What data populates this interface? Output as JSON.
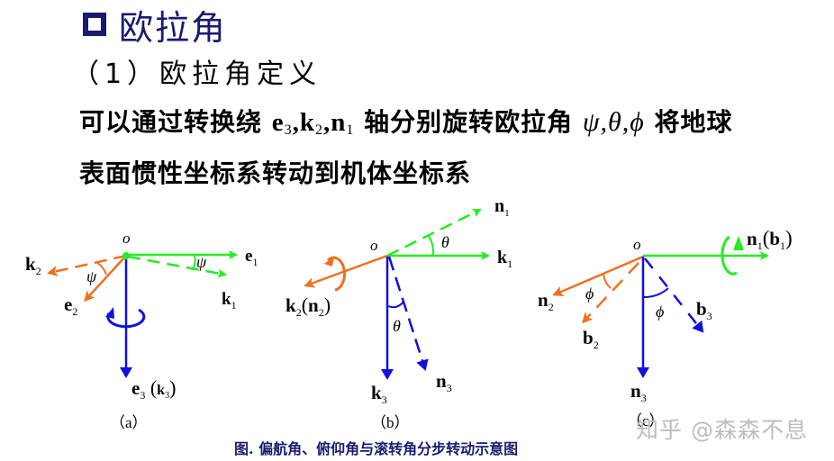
{
  "header": {
    "title": "欧拉角",
    "subtitle": "（1）欧拉角定义"
  },
  "paragraph": {
    "line1_prefix": "可以通过转换绕 ",
    "axes": [
      "e",
      "k",
      "n"
    ],
    "axes_subs": [
      "3",
      "2",
      "1"
    ],
    "line1_mid": " 轴分别旋转欧拉角 ",
    "angles": "ψ,θ,ϕ",
    "line1_suffix": " 将地球",
    "line2": "表面惯性坐标系转动到机体坐标系"
  },
  "colors": {
    "title": "#1a1a6e",
    "green": "#22ee22",
    "orange": "#f07020",
    "blue": "#1010dd"
  },
  "diagrams": {
    "a": {
      "caption": "（a）",
      "origin": "o",
      "labels": {
        "e1": "e",
        "e1_sub": "1",
        "k1": "k",
        "k1_sub": "1",
        "k2": "k",
        "k2_sub": "2",
        "e2": "e",
        "e2_sub": "2",
        "e3": "e",
        "e3_sub": "3",
        "k3_paren": "k",
        "k3_sub": "3",
        "angle": "ψ"
      }
    },
    "b": {
      "caption": "（b）",
      "origin": "o",
      "labels": {
        "n1": "n",
        "n1_sub": "1",
        "k1": "k",
        "k1_sub": "1",
        "k2": "k",
        "k2_sub": "2",
        "n2_paren": "n",
        "n2_sub": "2",
        "k3": "k",
        "k3_sub": "3",
        "n3": "n",
        "n3_sub": "3",
        "angle": "θ"
      }
    },
    "c": {
      "caption": "（c）",
      "origin": "o",
      "labels": {
        "n1": "n",
        "n1_sub": "1",
        "b1_paren": "b",
        "b1_sub": "1",
        "n2": "n",
        "n2_sub": "2",
        "b2": "b",
        "b2_sub": "2",
        "b3": "b",
        "b3_sub": "3",
        "n3": "n",
        "n3_sub": "3",
        "angle": "ϕ"
      }
    }
  },
  "figure_caption": "图. 偏航角、俯仰角与滚转角分步转动示意图",
  "watermark": "知乎 @森森不息"
}
